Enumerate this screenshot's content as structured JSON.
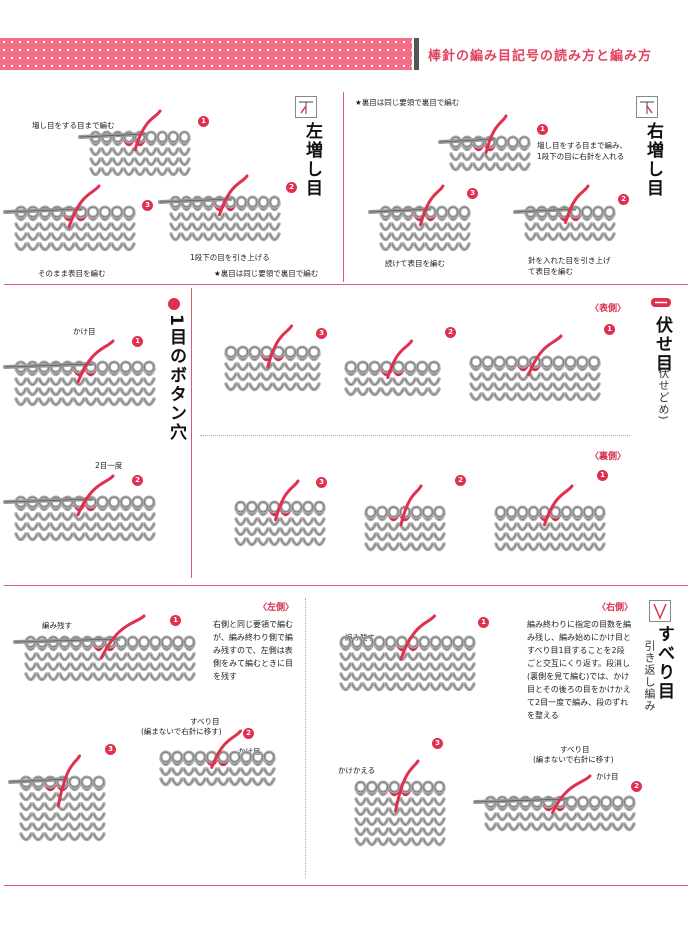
{
  "header": {
    "title": "棒針の編み目記号の読み方と編み方"
  },
  "sections": {
    "left_increase": {
      "title": "左増し目",
      "captions": [
        "増し目をする目まで編む",
        "1段下の目を引き上げる",
        "そのまま表目を編む",
        "★裏目は同じ要領で裏目で編む"
      ],
      "steps": [
        "1",
        "2",
        "3"
      ]
    },
    "right_increase": {
      "title": "右増し目",
      "captions": [
        "★裏目は同じ要領で裏目で編む",
        "増し目をする目まで編み、1段下の目に右針を入れる",
        "針を入れた目を引き上げて表目を編む",
        "続けて表目を編む"
      ],
      "steps": [
        "1",
        "2",
        "3"
      ]
    },
    "buttonhole": {
      "title": "1目のボタン穴",
      "captions": [
        "かけ目",
        "2目一度"
      ],
      "steps": [
        "1",
        "2"
      ]
    },
    "bind_off": {
      "title": "伏せ目",
      "subtitle": "(伏せどめ)",
      "front_label": "〈表側〉",
      "back_label": "〈裏側〉",
      "steps": [
        "1",
        "2",
        "3"
      ]
    },
    "slip": {
      "title": "すべり目",
      "subtitle": "引き返し編み",
      "left_label": "〈左側〉",
      "right_label": "〈右側〉",
      "left_text": "右側と同じ要領で編むが、編み終わり側で編み残すので、左側は表側をみて編むときに目を残す",
      "right_text": "編み終わりに指定の目数を編み残し、編み始めにかけ目とすべり目1目することを2段ごと交互にくり返す。段消し(裏側を見て編む)では、かけ目とその後ろの目をかけかえて2目一度で編み、段のずれを整える",
      "captions": [
        "編み残す",
        "すべり目",
        "(編まないで右針に移す)",
        "かけ目",
        "編み残す",
        "かけかえる",
        "すべり目",
        "(編まないで右針に移す)",
        "かけ目"
      ],
      "steps": [
        "1",
        "2",
        "3"
      ]
    }
  },
  "colors": {
    "accent": "#e0304f",
    "yarn": "#ababab",
    "header_band": "#f06f86"
  }
}
